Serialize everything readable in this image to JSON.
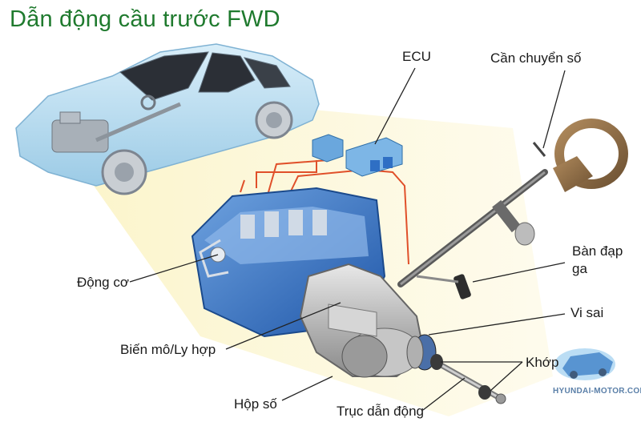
{
  "title": "Dẫn động cầu trước FWD",
  "labels": {
    "ecu": "ECU",
    "gear_lever": "Cần chuyển số",
    "accelerator_line1": "Bàn đạp",
    "accelerator_line2": "ga",
    "differential": "Vi sai",
    "joint": "Khớp",
    "engine": "Động cơ",
    "converter_clutch": "Biến mô/Ly hợp",
    "gearbox": "Hộp số",
    "drive_shaft": "Trục dẫn động"
  },
  "watermark": {
    "text": "HYUNDAI-MOTOR.COM.VN"
  },
  "colors": {
    "title": "#1f7a2e",
    "car_body": "#bfe0f2",
    "engine_blue": "#2f6fc4",
    "highlight_cone": "#f7eeb0",
    "wiring": "#e0502a",
    "steering_wheel": "#8a6a45"
  }
}
